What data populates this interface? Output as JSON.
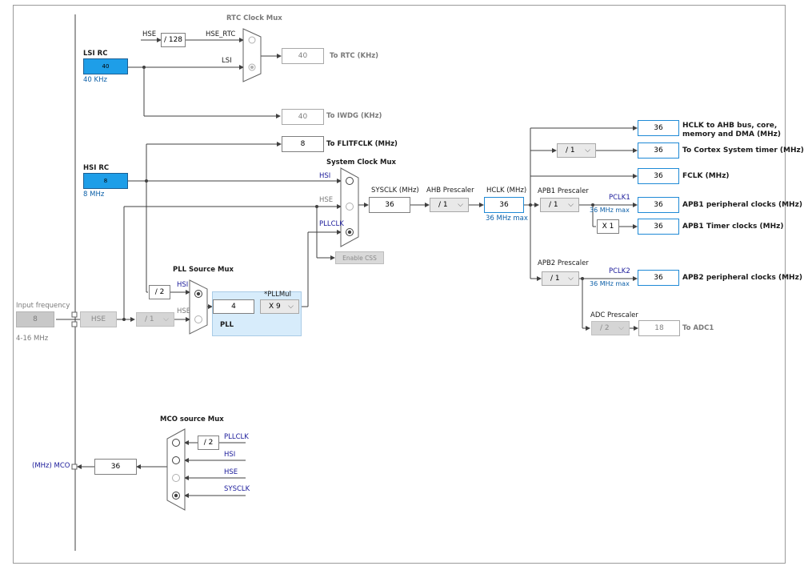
{
  "input_frequency": {
    "label": "Input frequency",
    "value": "8",
    "range": "4-16 MHz",
    "hse_label": "HSE",
    "hse_div": "/ 1"
  },
  "lsi": {
    "title": "LSI RC",
    "value": "40",
    "unit": "40 KHz"
  },
  "hsi": {
    "title": "HSI RC",
    "value": "8",
    "unit": "8 MHz"
  },
  "rtc": {
    "title": "RTC Clock Mux",
    "hse_div": "/ 128",
    "hse_in": "HSE",
    "hse_rtc": "HSE_RTC",
    "lsi_in": "LSI",
    "value": "40",
    "out_label": "To RTC (KHz)"
  },
  "iwdg": {
    "value": "40",
    "out_label": "To IWDG (KHz)"
  },
  "flitf": {
    "value": "8",
    "out_label": "To FLITFCLK (MHz)"
  },
  "sysmux": {
    "title": "System Clock Mux",
    "in_hsi": "HSI",
    "in_hse": "HSE",
    "in_pllclk": "PLLCLK",
    "enable_css": "Enable CSS"
  },
  "sysclk": {
    "label": "SYSCLK (MHz)",
    "value": "36"
  },
  "ahb": {
    "label": "AHB Prescaler",
    "value": "/ 1"
  },
  "hclk": {
    "label": "HCLK (MHz)",
    "value": "36",
    "max": "36 MHz max"
  },
  "pllsrc": {
    "title": "PLL Source Mux",
    "div2": "/ 2",
    "in_hsi": "HSI",
    "in_hse": "HSE"
  },
  "pll": {
    "label": "PLL",
    "mul_label": "*PLLMul",
    "input": "4",
    "mul": "X 9"
  },
  "outputs": {
    "ahb_bus": {
      "value": "36",
      "label_line1": "HCLK to AHB bus, core,",
      "label_line2": "memory and DMA (MHz)"
    },
    "cortex_div": "/ 1",
    "cortex": {
      "value": "36",
      "label": "To Cortex System timer (MHz)"
    },
    "fclk": {
      "value": "36",
      "label": "FCLK (MHz)"
    }
  },
  "apb1": {
    "label": "APB1 Prescaler",
    "value": "/ 1",
    "pclk": "PCLK1",
    "max": "36 MHz max",
    "periph_value": "36",
    "periph_label": "APB1 peripheral clocks (MHz)",
    "timer_mul": "X 1",
    "timer_value": "36",
    "timer_label": "APB1 Timer clocks (MHz)"
  },
  "apb2": {
    "label": "APB2 Prescaler",
    "value": "/ 1",
    "pclk": "PCLK2",
    "max": "36 MHz max",
    "periph_value": "36",
    "periph_label": "APB2 peripheral clocks (MHz)"
  },
  "adc": {
    "label": "ADC Prescaler",
    "value": "/ 2",
    "out_value": "18",
    "out_label": "To ADC1"
  },
  "mco": {
    "title": "MCO source Mux",
    "div2": "/ 2",
    "in_pllclk": "PLLCLK",
    "in_hsi": "HSI",
    "in_hse": "HSE",
    "in_sysclk": "SYSCLK",
    "value": "36",
    "out_label": "(MHz) MCO"
  },
  "colors": {
    "wire": "#404040",
    "accent_blue": "#1f8ad6",
    "rc_fill": "#1e9ee8",
    "label_blue": "#0b5fa8",
    "pll_fill": "#d7ecfb"
  }
}
